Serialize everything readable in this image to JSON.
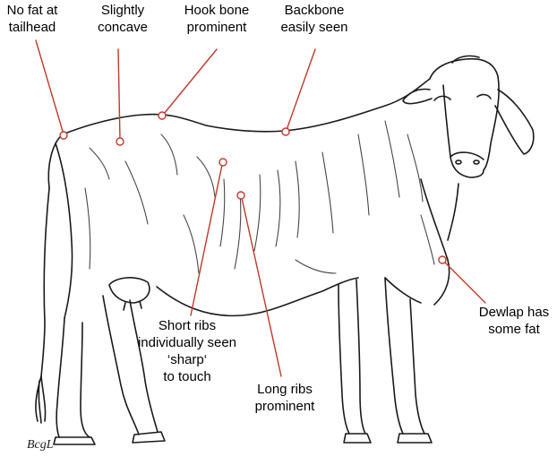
{
  "colors": {
    "annotation": "#c0392b",
    "drawing": "#1a1a1a",
    "background": "#ffffff"
  },
  "signature": "BcgL",
  "annotations": [
    {
      "id": "tailhead",
      "lines": [
        "No fat at",
        "tailhead"
      ]
    },
    {
      "id": "concave",
      "lines": [
        "Slightly",
        "concave"
      ]
    },
    {
      "id": "hook-bone",
      "lines": [
        "Hook bone",
        "prominent"
      ]
    },
    {
      "id": "backbone",
      "lines": [
        "Backbone",
        "easily seen"
      ]
    },
    {
      "id": "dewlap",
      "lines": [
        "Dewlap has",
        "some fat"
      ]
    },
    {
      "id": "short-ribs",
      "lines": [
        "Short ribs",
        "individually seen",
        "‘sharp‘",
        "to touch"
      ]
    },
    {
      "id": "long-ribs",
      "lines": [
        "Long ribs",
        "prominent"
      ]
    }
  ]
}
